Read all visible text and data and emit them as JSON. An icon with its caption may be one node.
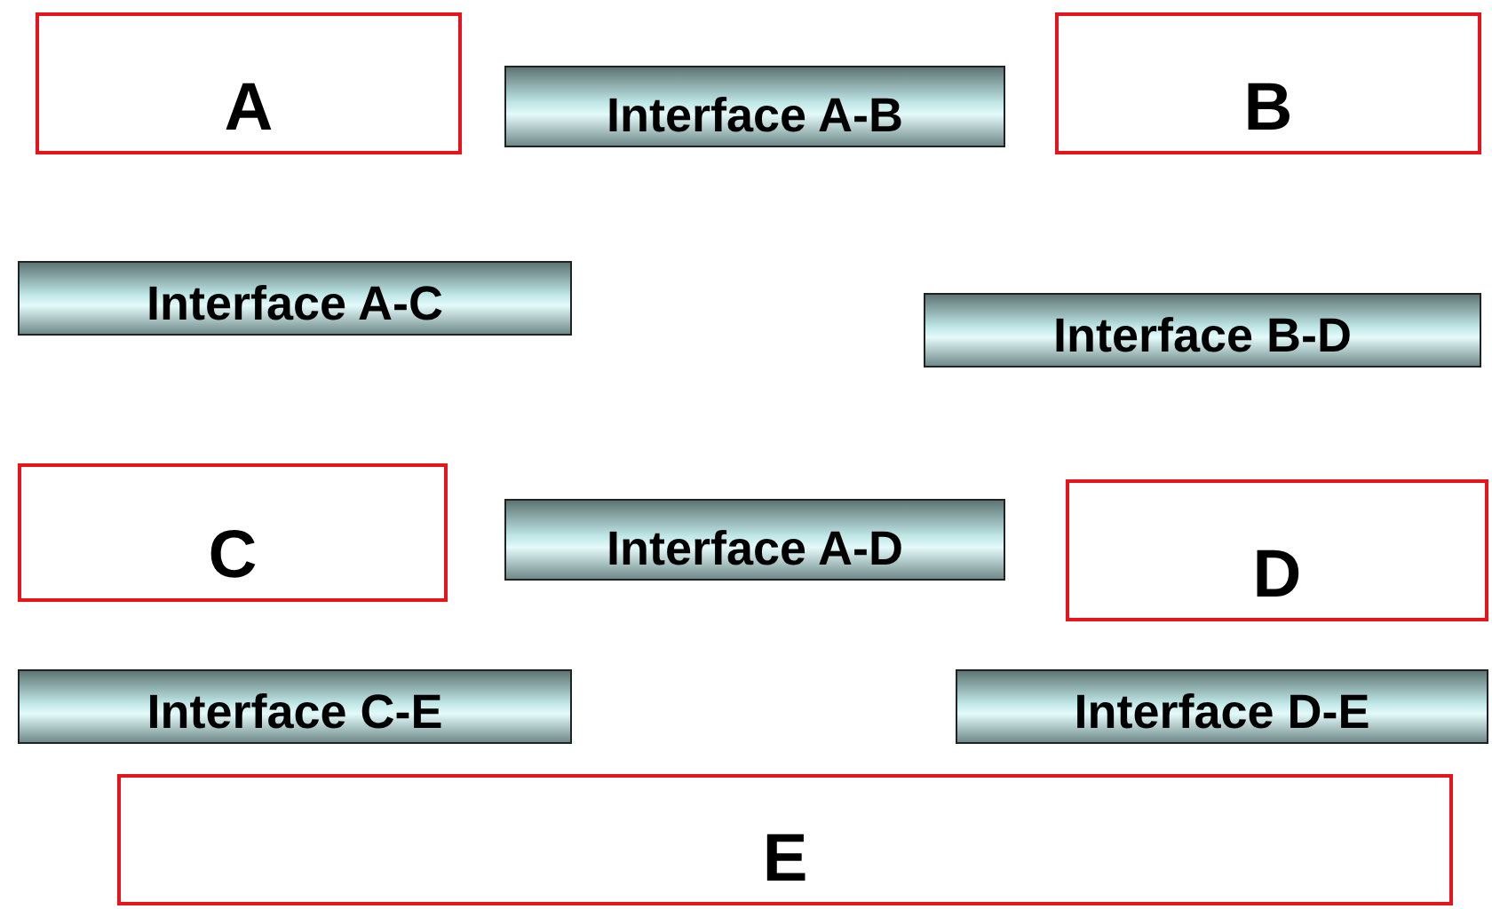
{
  "diagram": {
    "nodes": [
      {
        "text": [
          "A"
        ]
      },
      {
        "text": [
          "Interface A-B"
        ]
      },
      {
        "text": [
          "B"
        ]
      },
      {
        "text": [
          "Interface A-C"
        ]
      },
      {
        "text": [
          "Interface B-D"
        ]
      },
      {
        "text": [
          "C"
        ]
      },
      {
        "text": [
          "Interface A-D"
        ]
      },
      {
        "text": [
          "D"
        ]
      },
      {
        "text": [
          "Interface C-E"
        ]
      },
      {
        "text": [
          "Interface D-E"
        ]
      },
      {
        "text": [
          "E"
        ]
      }
    ]
  }
}
